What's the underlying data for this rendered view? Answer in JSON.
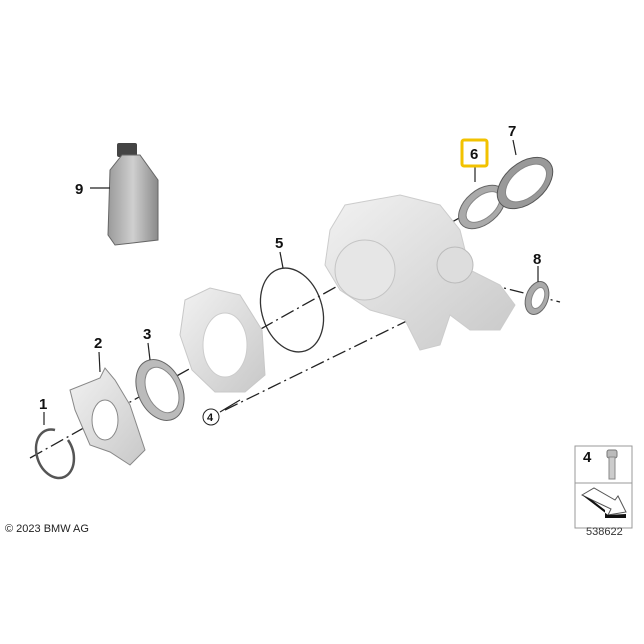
{
  "diagram": {
    "callouts": [
      "1",
      "2",
      "3",
      "4",
      "5",
      "6",
      "7",
      "8",
      "9"
    ],
    "highlighted_callout": "6",
    "highlight_color": "#f2c200",
    "kit_box_number": "4",
    "copyright": "© 2023 BMW AG",
    "diagram_number": "538622"
  }
}
